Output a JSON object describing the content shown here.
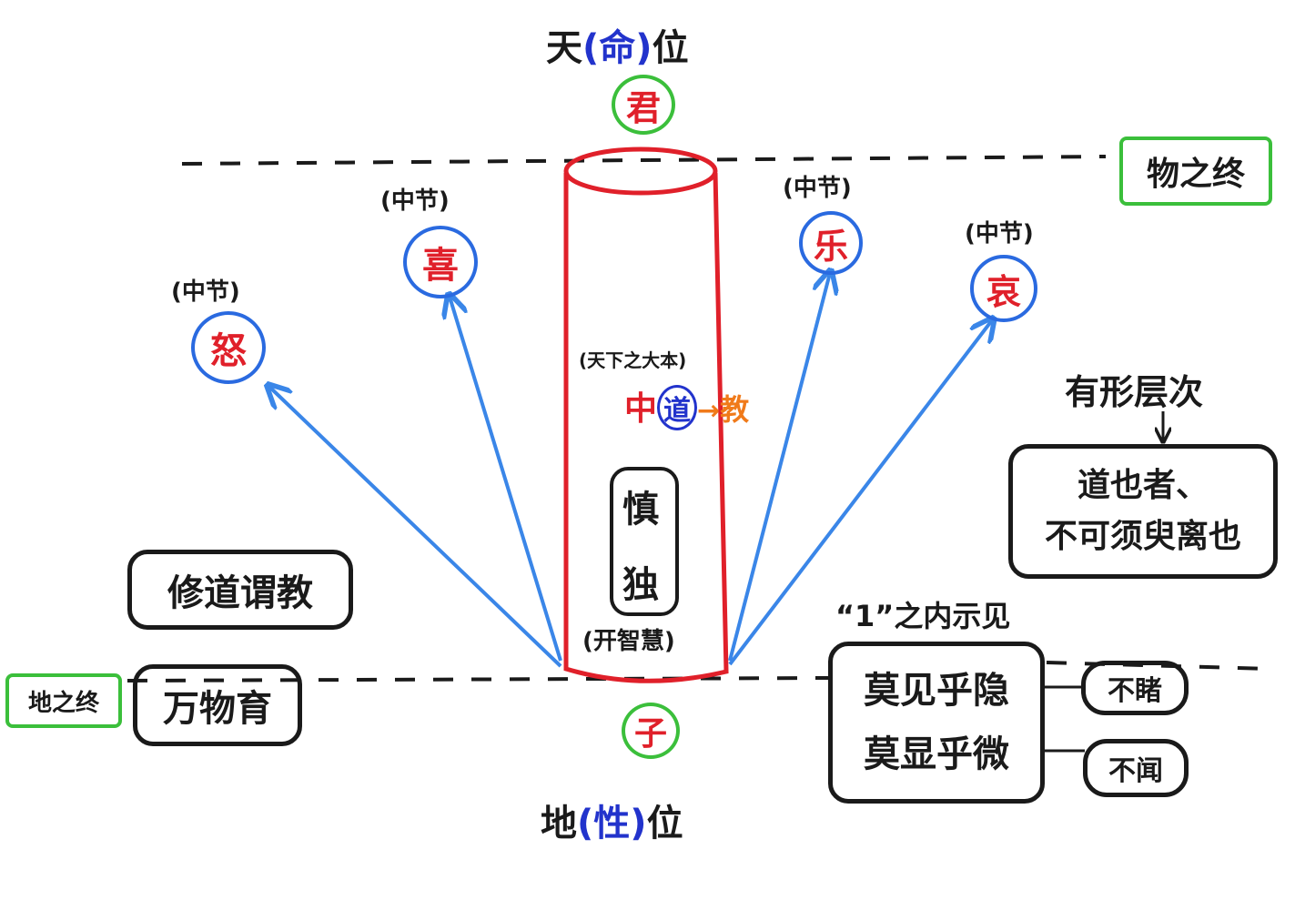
{
  "top": {
    "prefix": "天",
    "paren_open": "(",
    "ming": "命",
    "paren_close": ")",
    "suffix": "位"
  },
  "bottom": {
    "prefix": "地",
    "paren_open": "(",
    "xing": "性",
    "paren_close": ")",
    "suffix": "位"
  },
  "jun": "君",
  "zi": "子",
  "emotions": [
    {
      "tag": "(中节)",
      "char": "怒"
    },
    {
      "tag": "(中节)",
      "char": "喜"
    },
    {
      "tag": "(中节)",
      "char": "乐"
    },
    {
      "tag": "(中节)",
      "char": "哀"
    }
  ],
  "pillar": {
    "dafen": "(天下之大本)",
    "zhong": "中",
    "dao": "道",
    "arrow": "→",
    "jiao": "教",
    "shen": "慎",
    "du": "独",
    "kaizhihui": "(开智慧)"
  },
  "wuzhizhong": "物之终",
  "dizhizhong": "地之终",
  "xiudao": "修道谓教",
  "wanwuyu": "万物育",
  "youxing": "有形层次",
  "down_arrow": "↓",
  "daoyezhe": {
    "line1": "道也者、",
    "line2": "不可须臾离也"
  },
  "neishi": "“1”之内示见",
  "mojian": {
    "line1": "莫见乎隐",
    "line2": "莫显乎微"
  },
  "budu": "不睹",
  "buwen": "不闻",
  "colors": {
    "red": "#e0202a",
    "blue": "#2233cc",
    "arrow_blue": "#3a86e8",
    "green": "#3bbf3b",
    "black": "#1a1a1a",
    "orange": "#f07a1a"
  }
}
